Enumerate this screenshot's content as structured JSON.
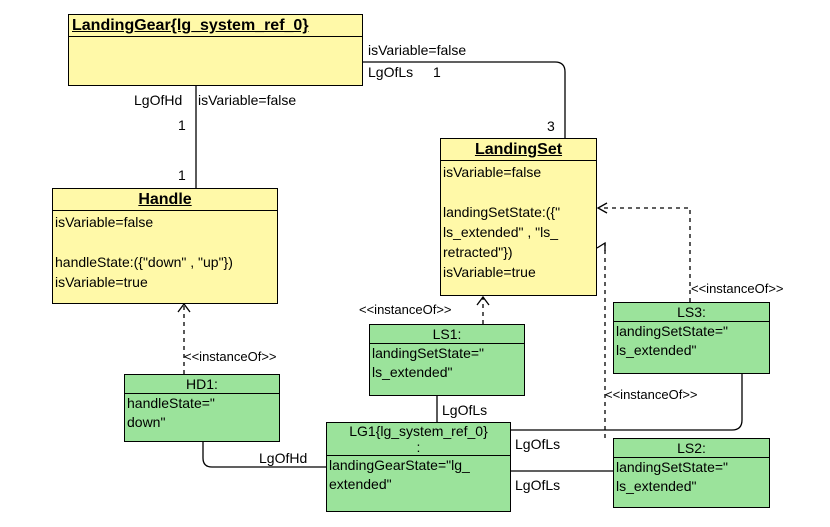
{
  "classes": {
    "landing_gear": {
      "title": "LandingGear{lg_system_ref_0}"
    },
    "landing_set": {
      "title": "LandingSet",
      "attrs": "isVariable=false\n\nlandingSetState:({\"\nls_extended\" , \"ls_\nretracted\"})\nisVariable=true"
    },
    "handle": {
      "title": "Handle",
      "attrs": "isVariable=false\n\nhandleState:({\"down\" , \"up\"})\nisVariable=true"
    }
  },
  "instances": {
    "hd1": {
      "title": "HD1:",
      "attrs": "handleState=\"\ndown\""
    },
    "ls1": {
      "title": "LS1:",
      "attrs": "landingSetState=\"\nls_extended\""
    },
    "ls2": {
      "title": "LS2:",
      "attrs": "landingSetState=\"\nls_extended\""
    },
    "ls3": {
      "title": "LS3:",
      "attrs": "landingSetState=\"\nls_extended\""
    },
    "lg1": {
      "title": "LG1{lg_system_ref_0}\n:",
      "attrs": "landingGearState=\"lg_\nextended\""
    }
  },
  "labels": {
    "lgofls_top_prop": "isVariable=false",
    "lgofls_top_role": "LgOfLs",
    "lgofls_top_mult_lg": "1",
    "lgofls_top_mult_ls": "3",
    "lgofhd_role": "LgOfHd",
    "lgofhd_prop": "isVariable=false",
    "lgofhd_mult_lg": "1",
    "lgofhd_mult_hd": "1",
    "instance_of": "<<instanceOf>>",
    "link_ls1_lg1": "LgOfLs",
    "link_hd1_lg1": "LgOfHd",
    "link_ls3_lg1": "LgOfLs",
    "link_ls2_lg1": "LgOfLs"
  },
  "colors": {
    "class_fill": "#fff9a8",
    "instance_fill": "#9be39b",
    "line": "#000000"
  }
}
